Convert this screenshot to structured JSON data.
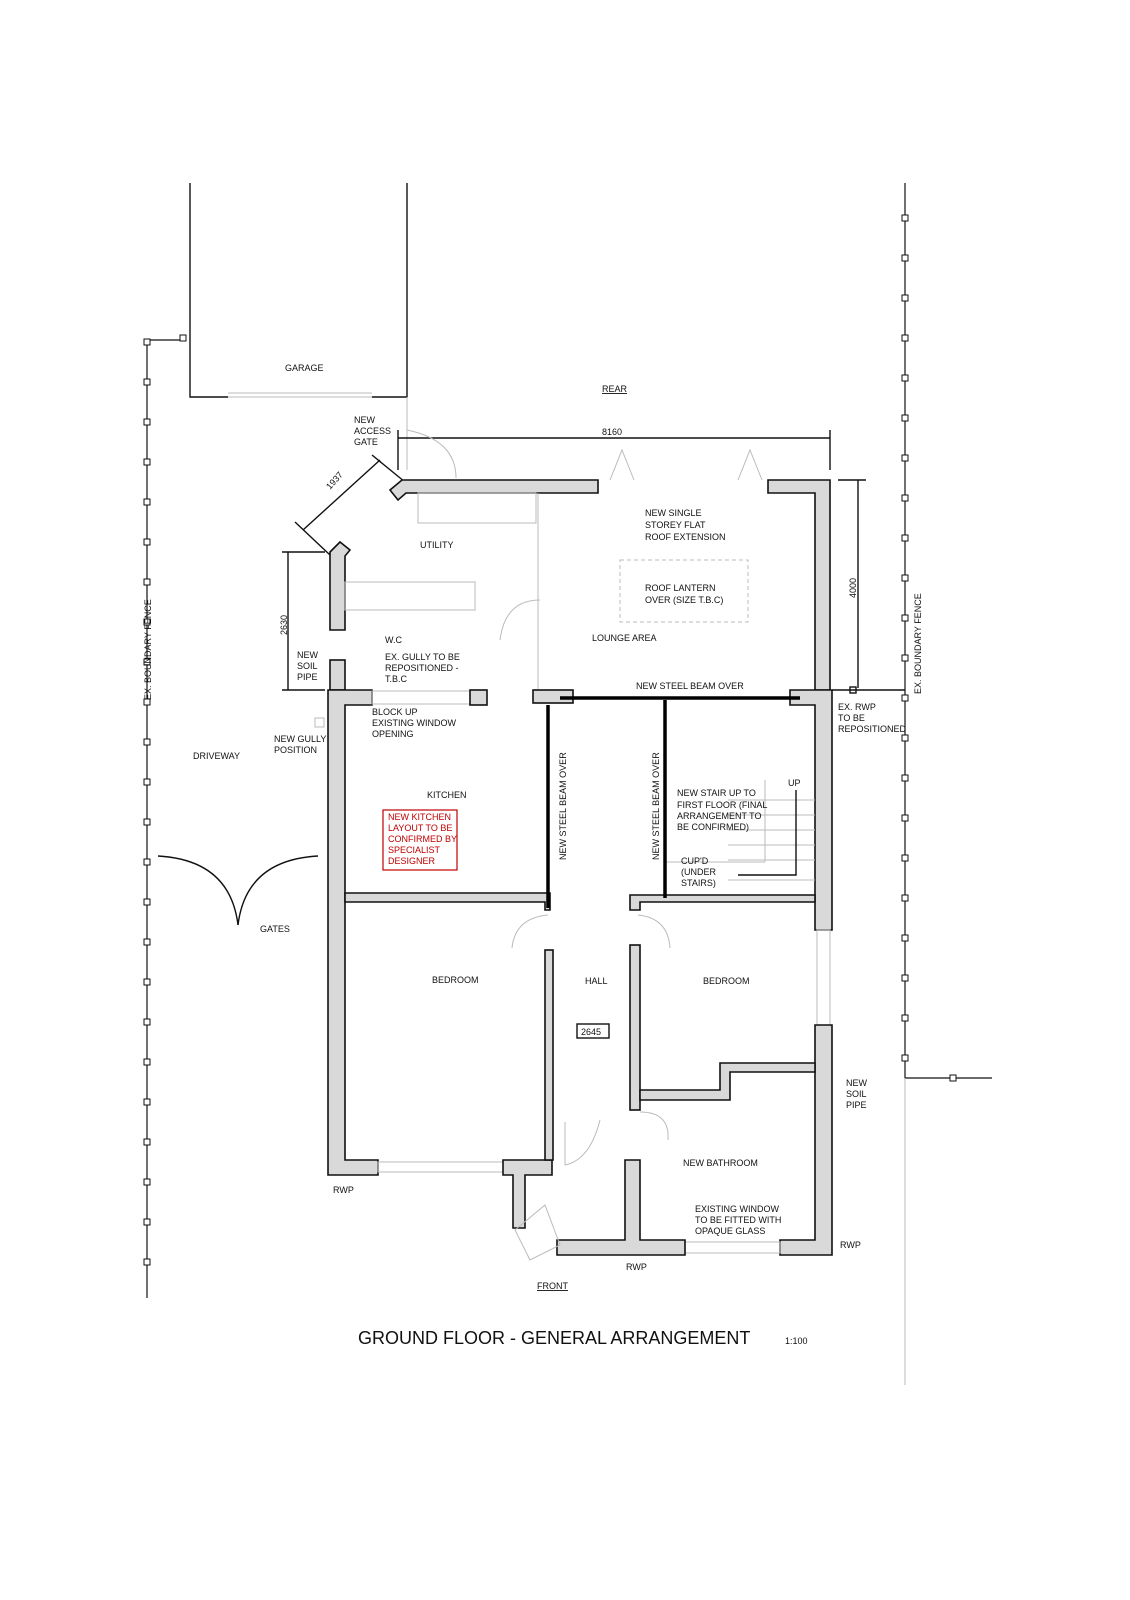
{
  "title": "GROUND FLOOR - GENERAL ARRANGEMENT",
  "scale": "1:100",
  "labels": {
    "garage": "GARAGE",
    "rear": "REAR",
    "front": "FRONT",
    "access_gate": [
      "NEW",
      "ACCESS",
      "GATE"
    ],
    "dim_8160": "8160",
    "dim_1937": "1937",
    "dim_2630": "2630",
    "dim_4000": "4000",
    "dim_2645": "2645",
    "extension": [
      "NEW SINGLE",
      "STOREY FLAT",
      "ROOF EXTENSION"
    ],
    "roof_lantern": [
      "ROOF LANTERN",
      "OVER (SIZE T.B.C)"
    ],
    "utility": "UTILITY",
    "lounge": "LOUNGE AREA",
    "wc": "W.C",
    "gully": [
      "EX. GULLY TO BE",
      "REPOSITIONED -",
      "T.B.C"
    ],
    "soil_pipe_left": [
      "NEW",
      "SOIL",
      "PIPE"
    ],
    "steel_beam_h": "NEW STEEL BEAM OVER",
    "steel_beam_v1": "NEW STEEL BEAM OVER",
    "steel_beam_v2": "NEW STEEL BEAM OVER",
    "ex_rwp": [
      "EX. RWP",
      "TO BE",
      "REPOSITIONED"
    ],
    "block_up": [
      "BLOCK UP",
      "EXISTING WINDOW",
      "OPENING"
    ],
    "new_gully": [
      "NEW GULLY",
      "POSITION"
    ],
    "driveway": "DRIVEWAY",
    "fence_left": "EX. BOUNDARY FENCE",
    "fence_right": "EX. BOUNDARY FENCE",
    "kitchen": "KITCHEN",
    "kitchen_note": [
      "NEW KITCHEN",
      "LAYOUT TO BE",
      "CONFIRMED BY",
      "SPECIALIST",
      "DESIGNER"
    ],
    "stair": [
      "NEW STAIR UP TO",
      "FIRST FLOOR (FINAL",
      "ARRANGEMENT TO",
      "BE CONFIRMED)"
    ],
    "up": "UP",
    "cupd": [
      "CUP'D",
      "(UNDER",
      "STAIRS)"
    ],
    "gates": "GATES",
    "bedroom_left": "BEDROOM",
    "hall": "HALL",
    "bedroom_right": "BEDROOM",
    "soil_pipe_right": [
      "NEW",
      "SOIL",
      "PIPE"
    ],
    "bathroom": "NEW BATHROOM",
    "existing_window": [
      "EXISTING WINDOW",
      "TO BE FITTED WITH",
      "OPAQUE GLASS"
    ],
    "rwp_left": "RWP",
    "rwp_mid": "RWP",
    "rwp_right": "RWP"
  },
  "colors": {
    "note": "#c00000",
    "wall_fill": "#d9d9d9"
  }
}
